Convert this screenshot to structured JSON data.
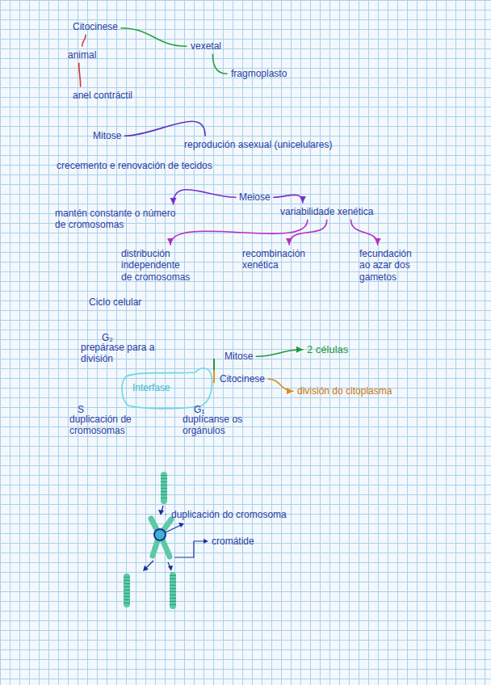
{
  "diagram": {
    "nodes": [
      {
        "text": [
          "Citocinese"
        ]
      },
      {
        "text": [
          "animal"
        ]
      },
      {
        "text": [
          "vexetal"
        ]
      },
      {
        "text": [
          "anel contráctil"
        ]
      },
      {
        "text": [
          "fragmoplasto"
        ]
      },
      {
        "text": [
          "Mitose"
        ]
      },
      {
        "text": [
          "reprodución asexual (unicelulares)"
        ]
      },
      {
        "text": [
          "crecemento e renovación de tecidos"
        ]
      },
      {
        "text": [
          "Meiose"
        ]
      },
      {
        "text": [
          "mantén constante o número de cromosomas"
        ]
      },
      {
        "text": [
          "variabilidade xenética"
        ]
      },
      {
        "text": [
          "distribución independente de cromosomas"
        ]
      },
      {
        "text": [
          "recombinación xenética"
        ]
      },
      {
        "text": [
          "fecundación ao azar dos gametos"
        ]
      },
      {
        "text": [
          "Interfase"
        ]
      },
      {
        "text": [
          "Mitose"
        ]
      },
      {
        "text": [
          "Citocinese"
        ]
      },
      {
        "text": [
          "2 células"
        ]
      },
      {
        "text": [
          "división do citoplasma"
        ]
      }
    ],
    "edges": [
      {
        "from": 0,
        "to": 1,
        "arrow": "none"
      },
      {
        "from": 0,
        "to": 2,
        "arrow": "none"
      },
      {
        "from": 1,
        "to": 3,
        "arrow": "none"
      },
      {
        "from": 2,
        "to": 4,
        "arrow": "none"
      },
      {
        "from": 5,
        "to": 6,
        "arrow": "none"
      },
      {
        "from": 8,
        "to": 9,
        "arrow": "to"
      },
      {
        "from": 8,
        "to": 10,
        "arrow": "to"
      },
      {
        "from": 10,
        "to": 11,
        "arrow": "to"
      },
      {
        "from": 10,
        "to": 12,
        "arrow": "to"
      },
      {
        "from": 10,
        "to": 13,
        "arrow": "to"
      },
      {
        "from": 15,
        "to": 17,
        "arrow": "to"
      },
      {
        "from": 16,
        "to": 18,
        "arrow": "to"
      }
    ],
    "labels": [
      "Ciclo celular",
      "G₂",
      "prepárase para a división",
      "S",
      "duplicación de cromosomas",
      "G₁",
      "duplícanse os orgánulos",
      "duplicación do cromosoma",
      "cromátide"
    ]
  }
}
